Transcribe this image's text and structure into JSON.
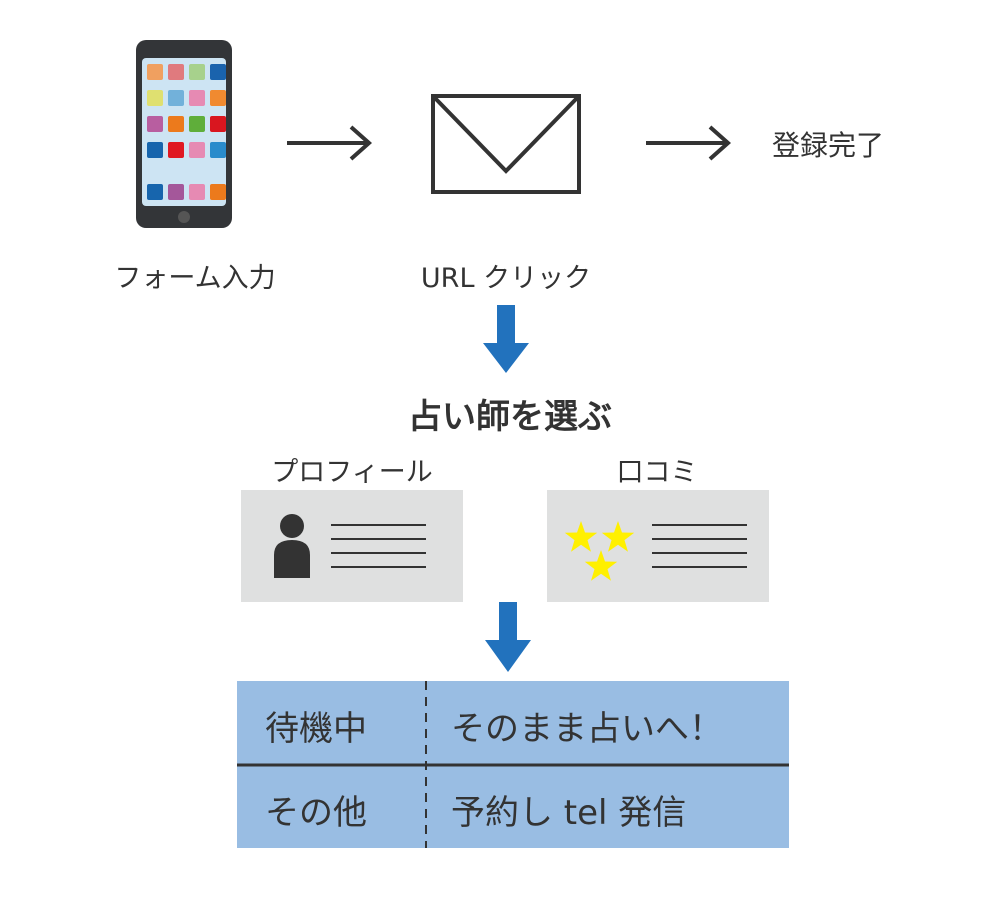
{
  "steps": {
    "form_input": "フォーム入力",
    "url_click": "URL クリック",
    "registered": "登録完了"
  },
  "choose_title": "占い師を選ぶ",
  "cards": {
    "profile_label": "プロフィール",
    "reviews_label": "口コミ"
  },
  "table": {
    "rows": [
      {
        "status": "待機中",
        "action": "そのまま占いへ！"
      },
      {
        "status": "その他",
        "action": "予約し tel 発信"
      }
    ]
  },
  "colors": {
    "arrow_blue": "#2272bd",
    "table_blue": "#99bde3",
    "card_gray": "#dfe0e0",
    "star_yellow": "#fff000"
  }
}
